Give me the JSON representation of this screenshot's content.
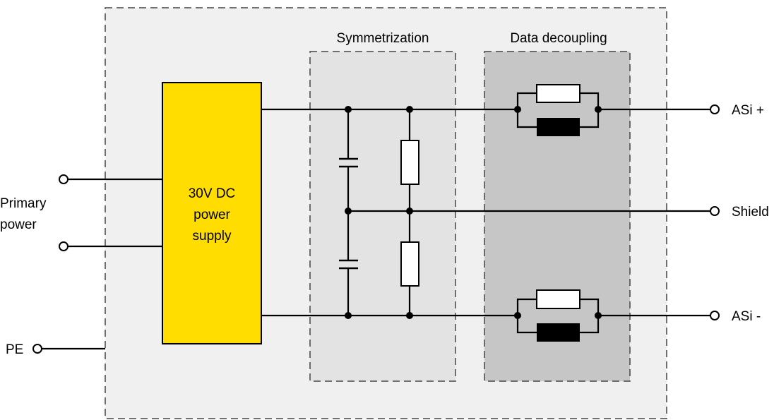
{
  "labels": {
    "symmetrization": "Symmetrization",
    "data_decoupling": "Data decoupling",
    "power_supply_line1": "30V DC",
    "power_supply_line2": "power",
    "power_supply_line3": "supply",
    "primary_line1": "Primary",
    "primary_line2": "power",
    "pe": "PE",
    "asi_plus": "ASi +",
    "shield": "Shield",
    "asi_minus": "ASi -"
  },
  "colors": {
    "outer_box": "#f0f0f0",
    "symmetrization_box": "#e3e3e3",
    "decoupling_box": "#c6c6c6",
    "power_supply": "#ffdd00",
    "inductor": "#000000"
  }
}
